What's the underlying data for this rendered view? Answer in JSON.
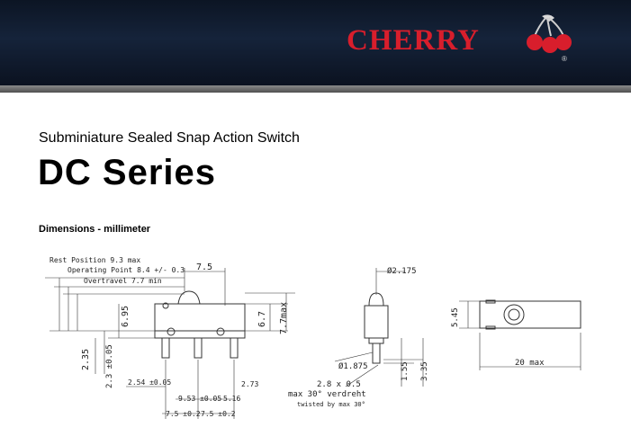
{
  "header": {
    "brand": "CHERRY",
    "registered_mark": "®",
    "logo_icon": "cherry-icon"
  },
  "product": {
    "subtitle": "Subminiature Sealed Snap Action Switch",
    "title": "DC Series"
  },
  "section": {
    "dimensions_label": "Dimensions - millimeter"
  },
  "drawing": {
    "rest_position": "Rest Position 9.3 max",
    "operating_point": "Operating Point 8.4 +/- 0.3",
    "overtravel": "Overtravel  7.7 min",
    "d_7_5": "7.5",
    "d_6_7": "6.7",
    "d_7_7max": "7.7max",
    "d_6_95": "6.95",
    "d_2_35": "2.35",
    "d_2_3": "2.3 ±0.05",
    "d_2_54": "2.54 ±0.05",
    "d_9_53": "9.53 ±0.05",
    "d_5_16": "5.16",
    "d_2_73": "2.73",
    "d_7_5a": "7.5 ±0.2",
    "d_7_5b": "7.5 ±0.2",
    "d_dia2_175": "Ø2.175",
    "d_dia1_875": "Ø1.875",
    "d_1_55": "1.55",
    "d_3_35": "3.35",
    "d_2_8x0_5": "2.8 x 0.5",
    "d_verdreht": "max 30° verdreht",
    "d_twisted": "twisted by max 30°",
    "d_5_45": "5.45",
    "d_20max": "20 max"
  }
}
